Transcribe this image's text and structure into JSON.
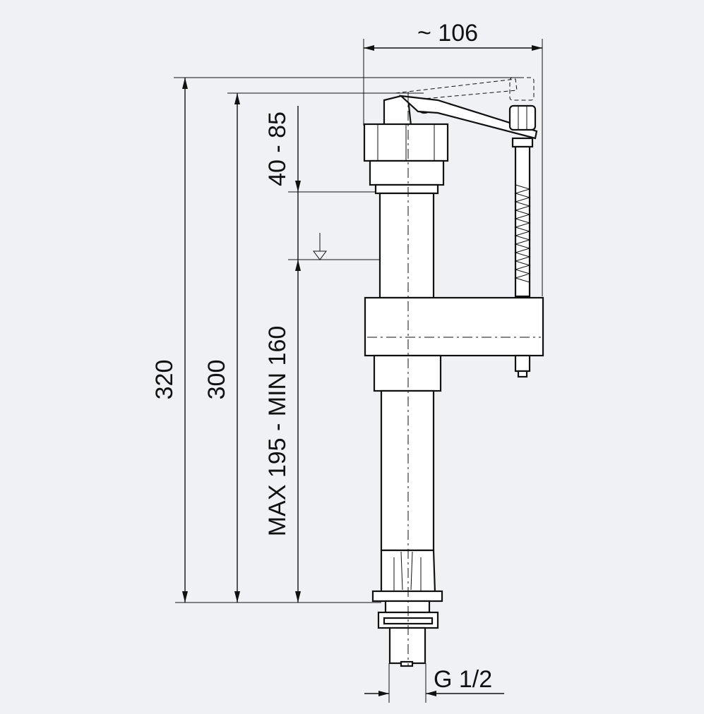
{
  "dimensions": {
    "width_top": "~ 106",
    "overall_height": "320",
    "body_height": "300",
    "adjust_range": "40 - 85",
    "water_level": "MAX 195 - MIN 160",
    "thread": "G 1/2"
  }
}
